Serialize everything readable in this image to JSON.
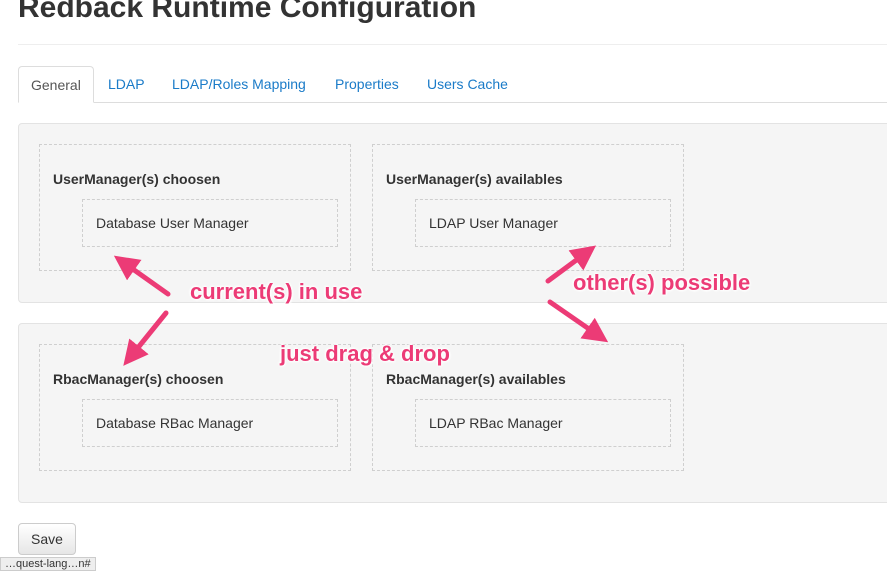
{
  "page": {
    "title": "Redback Runtime Configuration"
  },
  "tabs": [
    {
      "label": "General",
      "active": true
    },
    {
      "label": "LDAP",
      "active": false
    },
    {
      "label": "LDAP/Roles Mapping",
      "active": false
    },
    {
      "label": "Properties",
      "active": false
    },
    {
      "label": "Users Cache",
      "active": false
    }
  ],
  "user_managers": {
    "chosen_title": "UserManager(s) choosen",
    "chosen_items": [
      "Database User Manager"
    ],
    "available_title": "UserManager(s) availables",
    "available_items": [
      "LDAP User Manager"
    ]
  },
  "rbac_managers": {
    "chosen_title": "RbacManager(s) choosen",
    "chosen_items": [
      "Database RBac Manager"
    ],
    "available_title": "RbacManager(s) availables",
    "available_items": [
      "LDAP RBac Manager"
    ]
  },
  "actions": {
    "save_label": "Save"
  },
  "status_bar": {
    "url_text": "…quest-lang…n#"
  },
  "annotations": {
    "current_in_use": "current(s) in use",
    "other_possible": "other(s) possible",
    "drag_drop": "just drag & drop",
    "color": "#ec3b76"
  }
}
